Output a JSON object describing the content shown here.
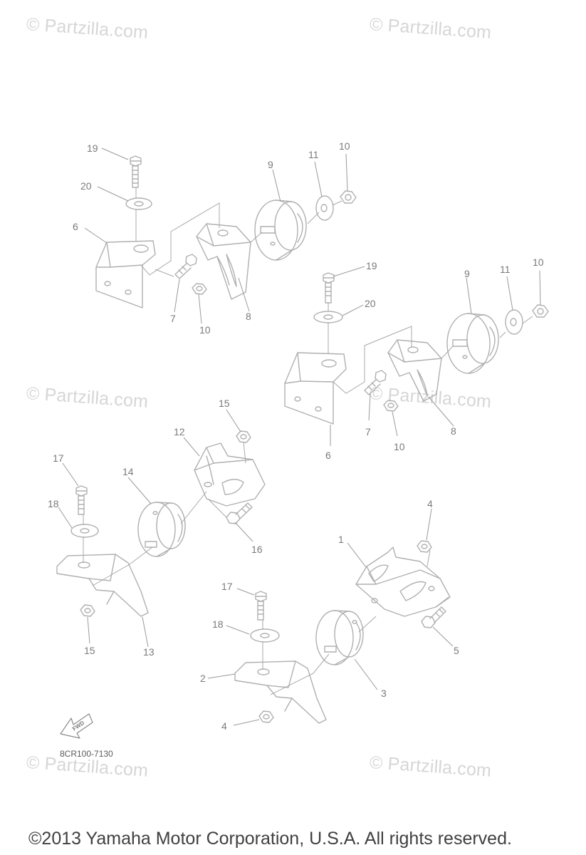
{
  "watermarks": [
    {
      "text": "© Partzilla.com"
    },
    {
      "text": "© Partzilla.com"
    },
    {
      "text": "© Partzilla.com"
    },
    {
      "text": "© Partzilla.com"
    },
    {
      "text": "© Partzilla.com"
    },
    {
      "text": "© Partzilla.com"
    }
  ],
  "callouts": {
    "c19a": "19",
    "c20a": "20",
    "c6a": "6",
    "c7a": "7",
    "c10a": "10",
    "c8a": "8",
    "c9a": "9",
    "c11a": "11",
    "c10b": "10",
    "c19b": "19",
    "c20b": "20",
    "c9b": "9",
    "c11b": "11",
    "c10c": "10",
    "c7b": "7",
    "c10d": "10",
    "c6b": "6",
    "c8b": "8",
    "c15a": "15",
    "c12": "12",
    "c17a": "17",
    "c14": "14",
    "c18a": "18",
    "c16": "16",
    "c15b": "15",
    "c13": "13",
    "c4a": "4",
    "c1": "1",
    "c17b": "17",
    "c18b": "18",
    "c2": "2",
    "c3": "3",
    "c5": "5",
    "c4b": "4"
  },
  "fwd_label": "FWD",
  "diagram_code": "8CR100-7130",
  "copyright": "©2013 Yamaha Motor Corporation, U.S.A. All rights reserved."
}
